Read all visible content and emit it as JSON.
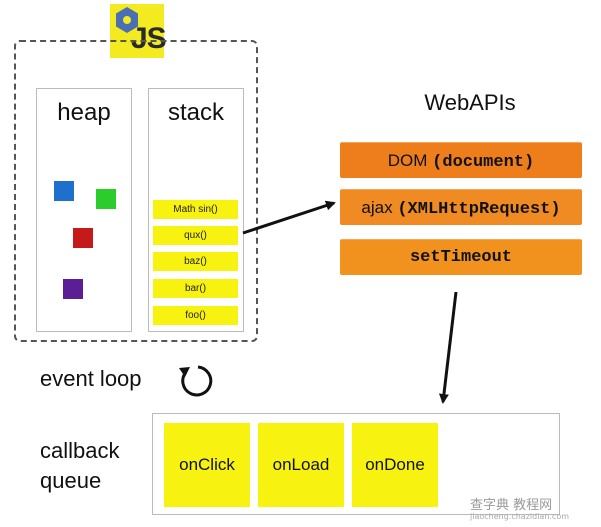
{
  "logo": {
    "text": "JS",
    "icon": "nodejs-hexagon-icon"
  },
  "engine": {
    "heap": {
      "title": "heap",
      "objects": [
        "#1f6fcc",
        "#2bcc2b",
        "#c41a1a",
        "#5b1e96"
      ]
    },
    "stack": {
      "title": "stack",
      "frames": [
        "Math sin()",
        "qux()",
        "baz()",
        "bar()",
        "foo()"
      ]
    }
  },
  "webapis": {
    "title": "WebAPIs",
    "items": [
      {
        "plain": "DOM ",
        "code": "(document)"
      },
      {
        "plain": "ajax ",
        "code": "(XMLHttpRequest)"
      },
      {
        "plain": "",
        "code": "setTimeout"
      }
    ]
  },
  "event_loop": {
    "label": "event loop",
    "icon": "circular-arrow-icon"
  },
  "callback_queue": {
    "label_line1": "callback",
    "label_line2": "queue",
    "items": [
      "onClick",
      "onLoad",
      "onDone"
    ]
  },
  "watermark": {
    "line1": "查字典 教程网",
    "line2": "jiaocheng.chazidian.com"
  },
  "colors": {
    "stack_frame": "#f7f20f",
    "api_box": "#ee7d1c",
    "callback_item": "#f7f20f",
    "logo": "#f3ea1f"
  }
}
